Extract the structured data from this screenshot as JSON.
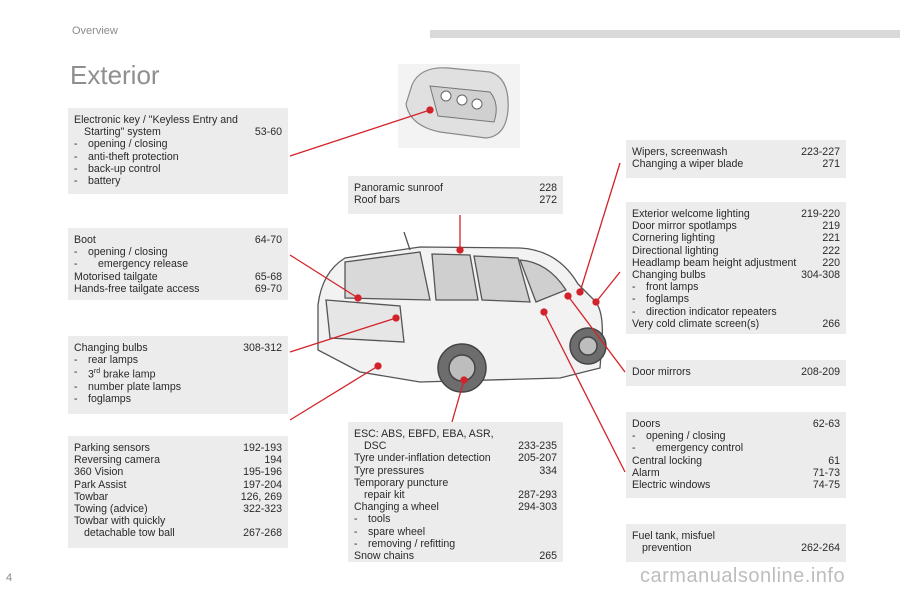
{
  "header": {
    "section": "Overview",
    "title": "Exterior",
    "page": "4"
  },
  "watermark": "carmanualsonline.info",
  "boxes": {
    "key": {
      "title_l1": "Electronic key / \"Keyless Entry and",
      "title_l2": "Starting\" system",
      "title_ref": "53-60",
      "items": [
        "opening / closing",
        "anti-theft protection",
        "back-up control",
        "battery"
      ]
    },
    "boot": {
      "r1": "Boot",
      "r1_ref": "64-70",
      "items": [
        "opening / closing",
        "emergency release"
      ],
      "r2": "Motorised tailgate",
      "r2_ref": "65-68",
      "r3": "Hands-free tailgate access",
      "r3_ref": "69-70"
    },
    "bulbs_rear": {
      "r1": "Changing bulbs",
      "r1_ref": "308-312",
      "i1": "rear lamps",
      "i2_pre": "3",
      "i2_sup": "rd",
      "i2_post": " brake lamp",
      "i3": "number plate lamps",
      "i4": "foglamps"
    },
    "parking": {
      "rows": [
        {
          "label": "Parking sensors",
          "ref": "192-193"
        },
        {
          "label": "Reversing camera",
          "ref": "194"
        },
        {
          "label": "360 Vision",
          "ref": "195-196"
        },
        {
          "label": "Park Assist",
          "ref": "197-204"
        },
        {
          "label": "Towbar",
          "ref": "126, 269"
        },
        {
          "label": "Towing (advice)",
          "ref": "322-323"
        }
      ],
      "last_l1": "Towbar with quickly",
      "last_l2": "detachable tow ball",
      "last_ref": "267-268"
    },
    "sunroof": {
      "r1": "Panoramic sunroof",
      "r1_ref": "228",
      "r2": "Roof bars",
      "r2_ref": "272"
    },
    "esc": {
      "l1": "ESC: ABS, EBFD, EBA, ASR,",
      "l2": "DSC",
      "l2_ref": "233-235",
      "r3": "Tyre under-inflation detection",
      "r3_ref": "205-207",
      "r4": "Tyre pressures",
      "r4_ref": "334",
      "r5_l1": "Temporary puncture",
      "r5_l2": "repair kit",
      "r5_ref": "287-293",
      "r6": "Changing a wheel",
      "r6_ref": "294-303",
      "items": [
        "tools",
        "spare wheel",
        "removing / refitting"
      ],
      "r7": "Snow chains",
      "r7_ref": "265"
    },
    "wipers": {
      "r1": "Wipers, screenwash",
      "r1_ref": "223-227",
      "r2": "Changing a wiper blade",
      "r2_ref": "271"
    },
    "lighting": {
      "rows": [
        {
          "label": "Exterior welcome lighting",
          "ref": "219-220"
        },
        {
          "label": "Door mirror spotlamps",
          "ref": "219"
        },
        {
          "label": "Cornering lighting",
          "ref": "221"
        },
        {
          "label": "Directional lighting",
          "ref": "222"
        },
        {
          "label": "Headlamp beam height adjustment",
          "ref": "220"
        },
        {
          "label": "Changing bulbs",
          "ref": "304-308"
        }
      ],
      "items": [
        "front lamps",
        "foglamps",
        "direction indicator repeaters"
      ],
      "last": "Very cold climate screen(s)",
      "last_ref": "266"
    },
    "mirrors": {
      "r1": "Door mirrors",
      "r1_ref": "208-209"
    },
    "doors": {
      "r1": "Doors",
      "r1_ref": "62-63",
      "items": [
        "opening / closing",
        "emergency control"
      ],
      "rows": [
        {
          "label": "Central locking",
          "ref": "61"
        },
        {
          "label": "Alarm",
          "ref": "71-73"
        },
        {
          "label": "Electric windows",
          "ref": "74-75"
        }
      ]
    },
    "fuel": {
      "l1": "Fuel tank, misfuel",
      "l2": "prevention",
      "l2_ref": "262-264"
    }
  },
  "colors": {
    "box_bg": "#ececec",
    "callout": "#d2232a",
    "title": "#8f8f8f"
  }
}
